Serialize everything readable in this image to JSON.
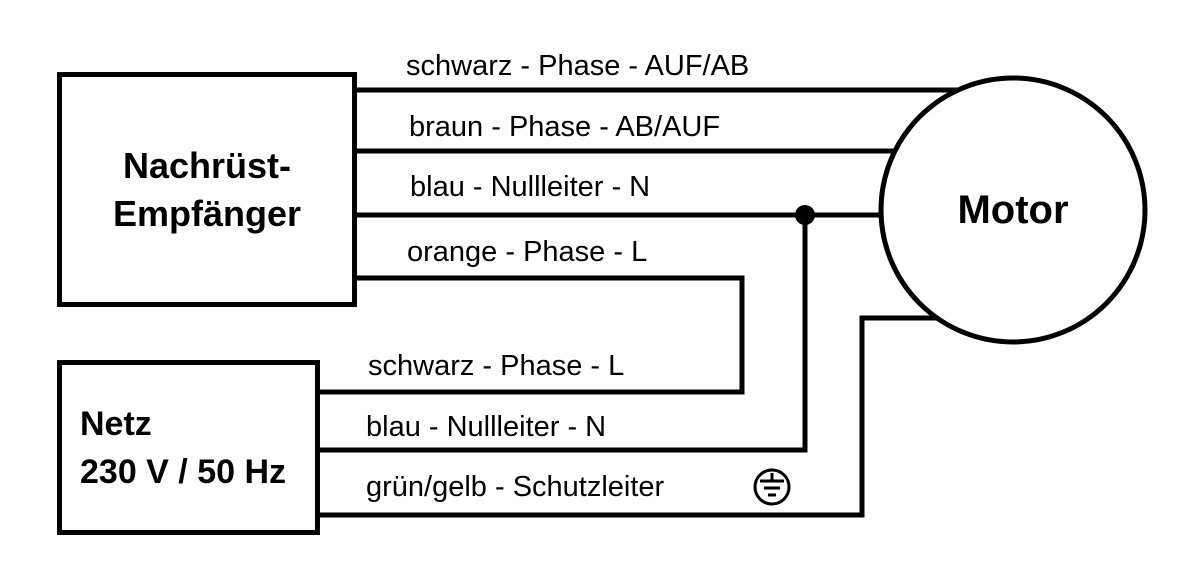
{
  "diagram": {
    "receiver_box": {
      "line1": "Nachrüst-",
      "line2": "Empfänger"
    },
    "netz_box": {
      "line1": "Netz",
      "line2": "230 V / 50 Hz"
    },
    "motor": {
      "label": "Motor"
    },
    "wires": [
      {
        "label": "schwarz - Phase - AUF/AB",
        "from": "receiver",
        "to": "motor"
      },
      {
        "label": "braun - Phase - AB/AUF",
        "from": "receiver",
        "to": "motor"
      },
      {
        "label": "blau - Nullleiter - N",
        "from": "receiver",
        "to": "motor"
      },
      {
        "label": "orange - Phase - L",
        "from": "receiver",
        "to": "netz-schwarz"
      },
      {
        "label": "schwarz - Phase - L",
        "from": "netz",
        "to": "receiver-orange"
      },
      {
        "label": "blau - Nullleiter - N",
        "from": "netz",
        "to": "junction"
      },
      {
        "label": "grün/gelb - Schutzleiter",
        "from": "netz",
        "to": "motor"
      }
    ],
    "symbols": {
      "ground": "protective-earth"
    },
    "colors": {
      "line": "#000000",
      "background": "#ffffff"
    }
  }
}
